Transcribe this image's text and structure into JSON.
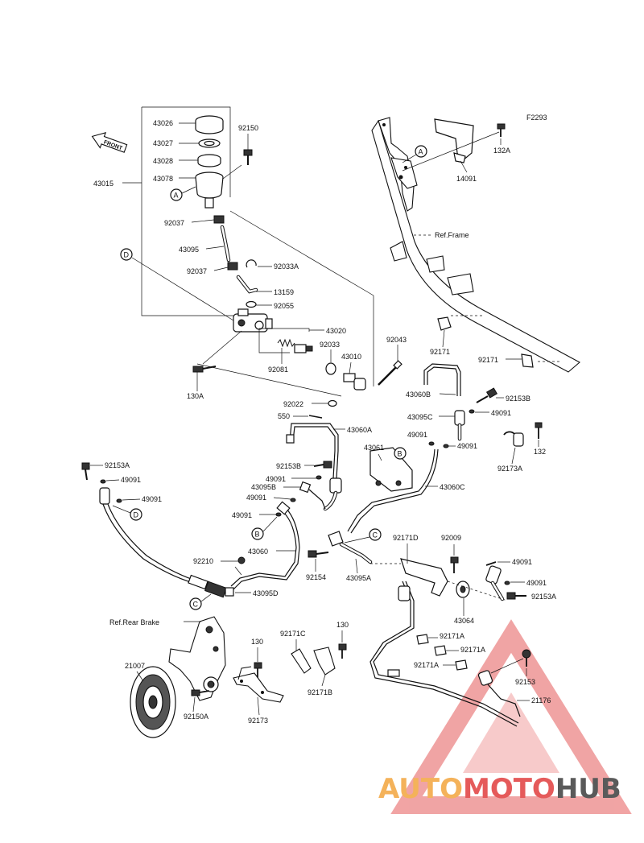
{
  "diagram": {
    "code": "F2293",
    "front_label": "FRONT",
    "ref_frame": "Ref.Frame",
    "ref_rear_brake": "Ref.Rear Brake",
    "callouts": [
      "A",
      "A",
      "B",
      "B",
      "C",
      "C",
      "D",
      "D"
    ],
    "parts": {
      "p43026": "43026",
      "p43027": "43027",
      "p43028": "43028",
      "p43078": "43078",
      "p43015": "43015",
      "p92150": "92150",
      "p92037a": "92037",
      "p43095": "43095",
      "p92037b": "92037",
      "p92033A": "92033A",
      "p13159": "13159",
      "p92055": "92055",
      "p43020": "43020",
      "p92033": "92033",
      "p43010": "43010",
      "p92081": "92081",
      "p130A": "130A",
      "p92043": "92043",
      "p92022": "92022",
      "p550": "550",
      "p43060A": "43060A",
      "p132A": "132A",
      "p14091": "14091",
      "p92171a": "92171",
      "p92171b": "92171",
      "p43060B": "43060B",
      "p92153B_top": "92153B",
      "p49091_a": "49091",
      "p43095C": "43095C",
      "p49091_b": "49091",
      "p49091_c": "49091",
      "p43061": "43061",
      "p132": "132",
      "p92173A": "92173A",
      "p92153A_left": "92153A",
      "p49091_d": "49091",
      "p49091_e": "49091",
      "p92153B_mid": "92153B",
      "p49091_f": "49091",
      "p43095B": "43095B",
      "p49091_g": "49091",
      "p43060C": "43060C",
      "p49091_h": "49091",
      "p43060": "43060",
      "p92210": "92210",
      "p43095D": "43095D",
      "p92154": "92154",
      "p43095A": "43095A",
      "p92171D": "92171D",
      "p92009": "92009",
      "p49091_i": "49091",
      "p49091_j": "49091",
      "p92153A_right": "92153A",
      "p43064": "43064",
      "p130a": "130",
      "p130b": "130",
      "p92171C": "92171C",
      "p21007": "21007",
      "p92150A": "92150A",
      "p92173": "92173",
      "p92171B": "92171B",
      "p92171A_a": "92171A",
      "p92171A_b": "92171A",
      "p92171A_c": "92171A",
      "p92153": "92153",
      "p21176": "21176"
    }
  },
  "watermark": {
    "part1": "AUTO",
    "part2": "MOTO",
    "part3": "HUB",
    "colors": {
      "auto": "#f4b25a",
      "moto": "#e55a5a",
      "hub": "#5a5a5a",
      "triangle": "#e55a5a"
    }
  }
}
